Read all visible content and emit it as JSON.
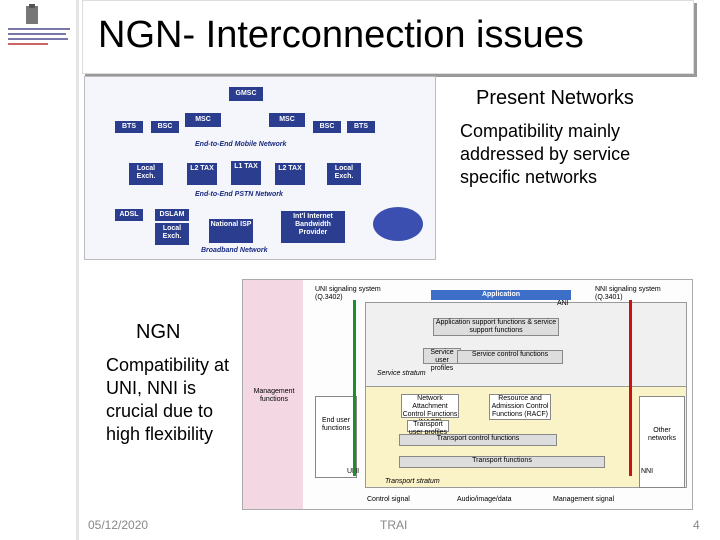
{
  "title": "NGN- Interconnection issues",
  "present": {
    "heading": "Present Networks",
    "body": "Compatibility mainly addressed by service specific networks"
  },
  "ngn": {
    "heading": "NGN",
    "body": "Compatibility at UNI, NNI is crucial due to high flexibility"
  },
  "footer": {
    "date": "05/12/2020",
    "center": "TRAI",
    "page": "4"
  },
  "diagram1": {
    "gmsc": "GMSC",
    "msc1": "MSC",
    "msc2": "MSC",
    "bts1": "BTS",
    "bsc1": "BSC",
    "bsc2": "BSC",
    "bts2": "BTS",
    "mobile_label": "End-to-End Mobile Network",
    "local1": "Local Exch.",
    "l2tax1": "L2 TAX",
    "l1tax": "L1 TAX",
    "l2tax2": "L2 TAX",
    "local2": "Local Exch.",
    "pstn_label": "End-to-End PSTN Network",
    "adsl": "ADSL",
    "dslam": "DSLAM",
    "local3": "Local Exch.",
    "isp": "National ISP",
    "intl": "Int'l Internet Bandwidth Provider",
    "broadband_label": "Broadband Network"
  },
  "diagram2": {
    "uni_sig": "UNI signaling system (Q.3402)",
    "nni_sig": "NNI signaling system (Q.3401)",
    "application": "Application",
    "ani": "ANI",
    "app_support": "Application support functions & service support functions",
    "service_user": "Service user profiles",
    "service_control": "Service control functions",
    "service_stratum": "Service stratum",
    "mgmt": "Management functions",
    "end_user": "End user functions",
    "nacf": "Network Attachment Control Functions (NACF)",
    "transport_user": "Transport user profiles",
    "racf": "Resource and Admission Control Functions (RACF)",
    "transport_control": "Transport control functions",
    "other_networks": "Other networks",
    "transport_functions": "Transport functions",
    "uni": "UNI",
    "nni": "NNI",
    "transport_stratum": "Transport stratum",
    "legend_control": "Control signal",
    "legend_media": "Audio/image/data",
    "legend_mgmt": "Management signal"
  }
}
